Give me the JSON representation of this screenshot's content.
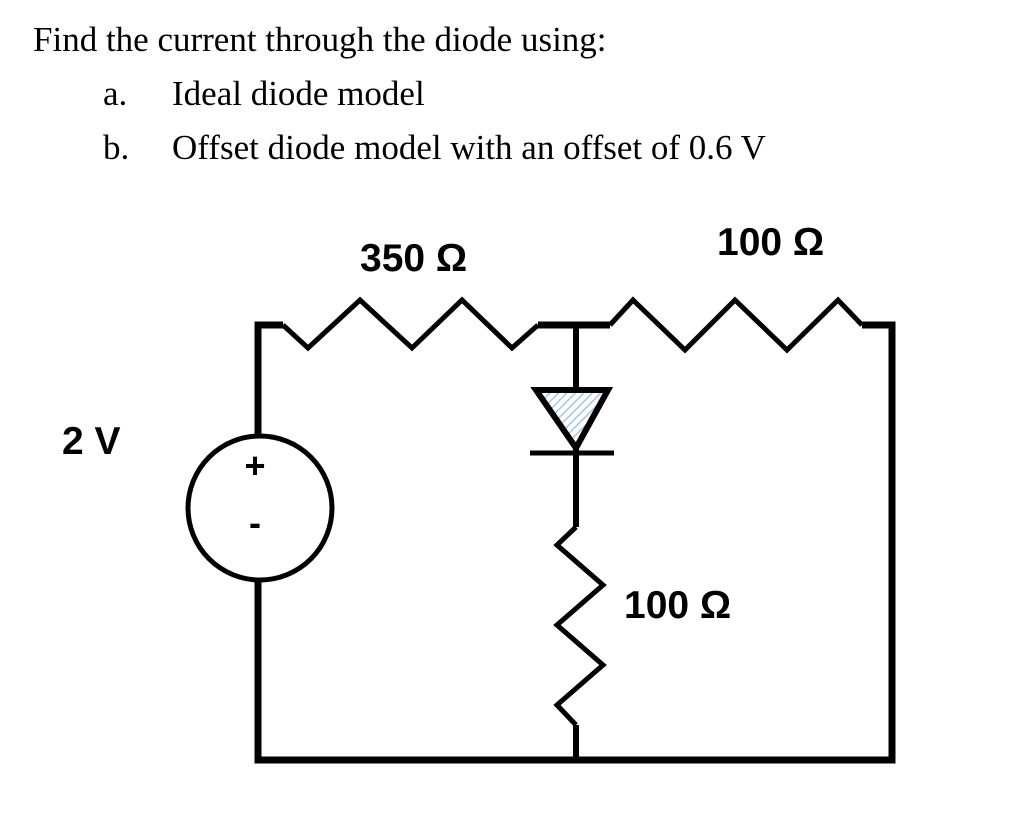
{
  "question": {
    "prompt": "Find the current through the diode using:",
    "items": [
      {
        "marker": "a.",
        "text": "Ideal diode model"
      },
      {
        "marker": "b.",
        "text": "Offset diode model with an offset of 0.6 V"
      }
    ]
  },
  "circuit": {
    "source_label": "2 V",
    "source_plus": "+",
    "source_minus": "-",
    "r1_label": "350 Ω",
    "r2_label": "100 Ω",
    "r3_label": "100 Ω",
    "diode_fill": "#a9c4e4"
  }
}
